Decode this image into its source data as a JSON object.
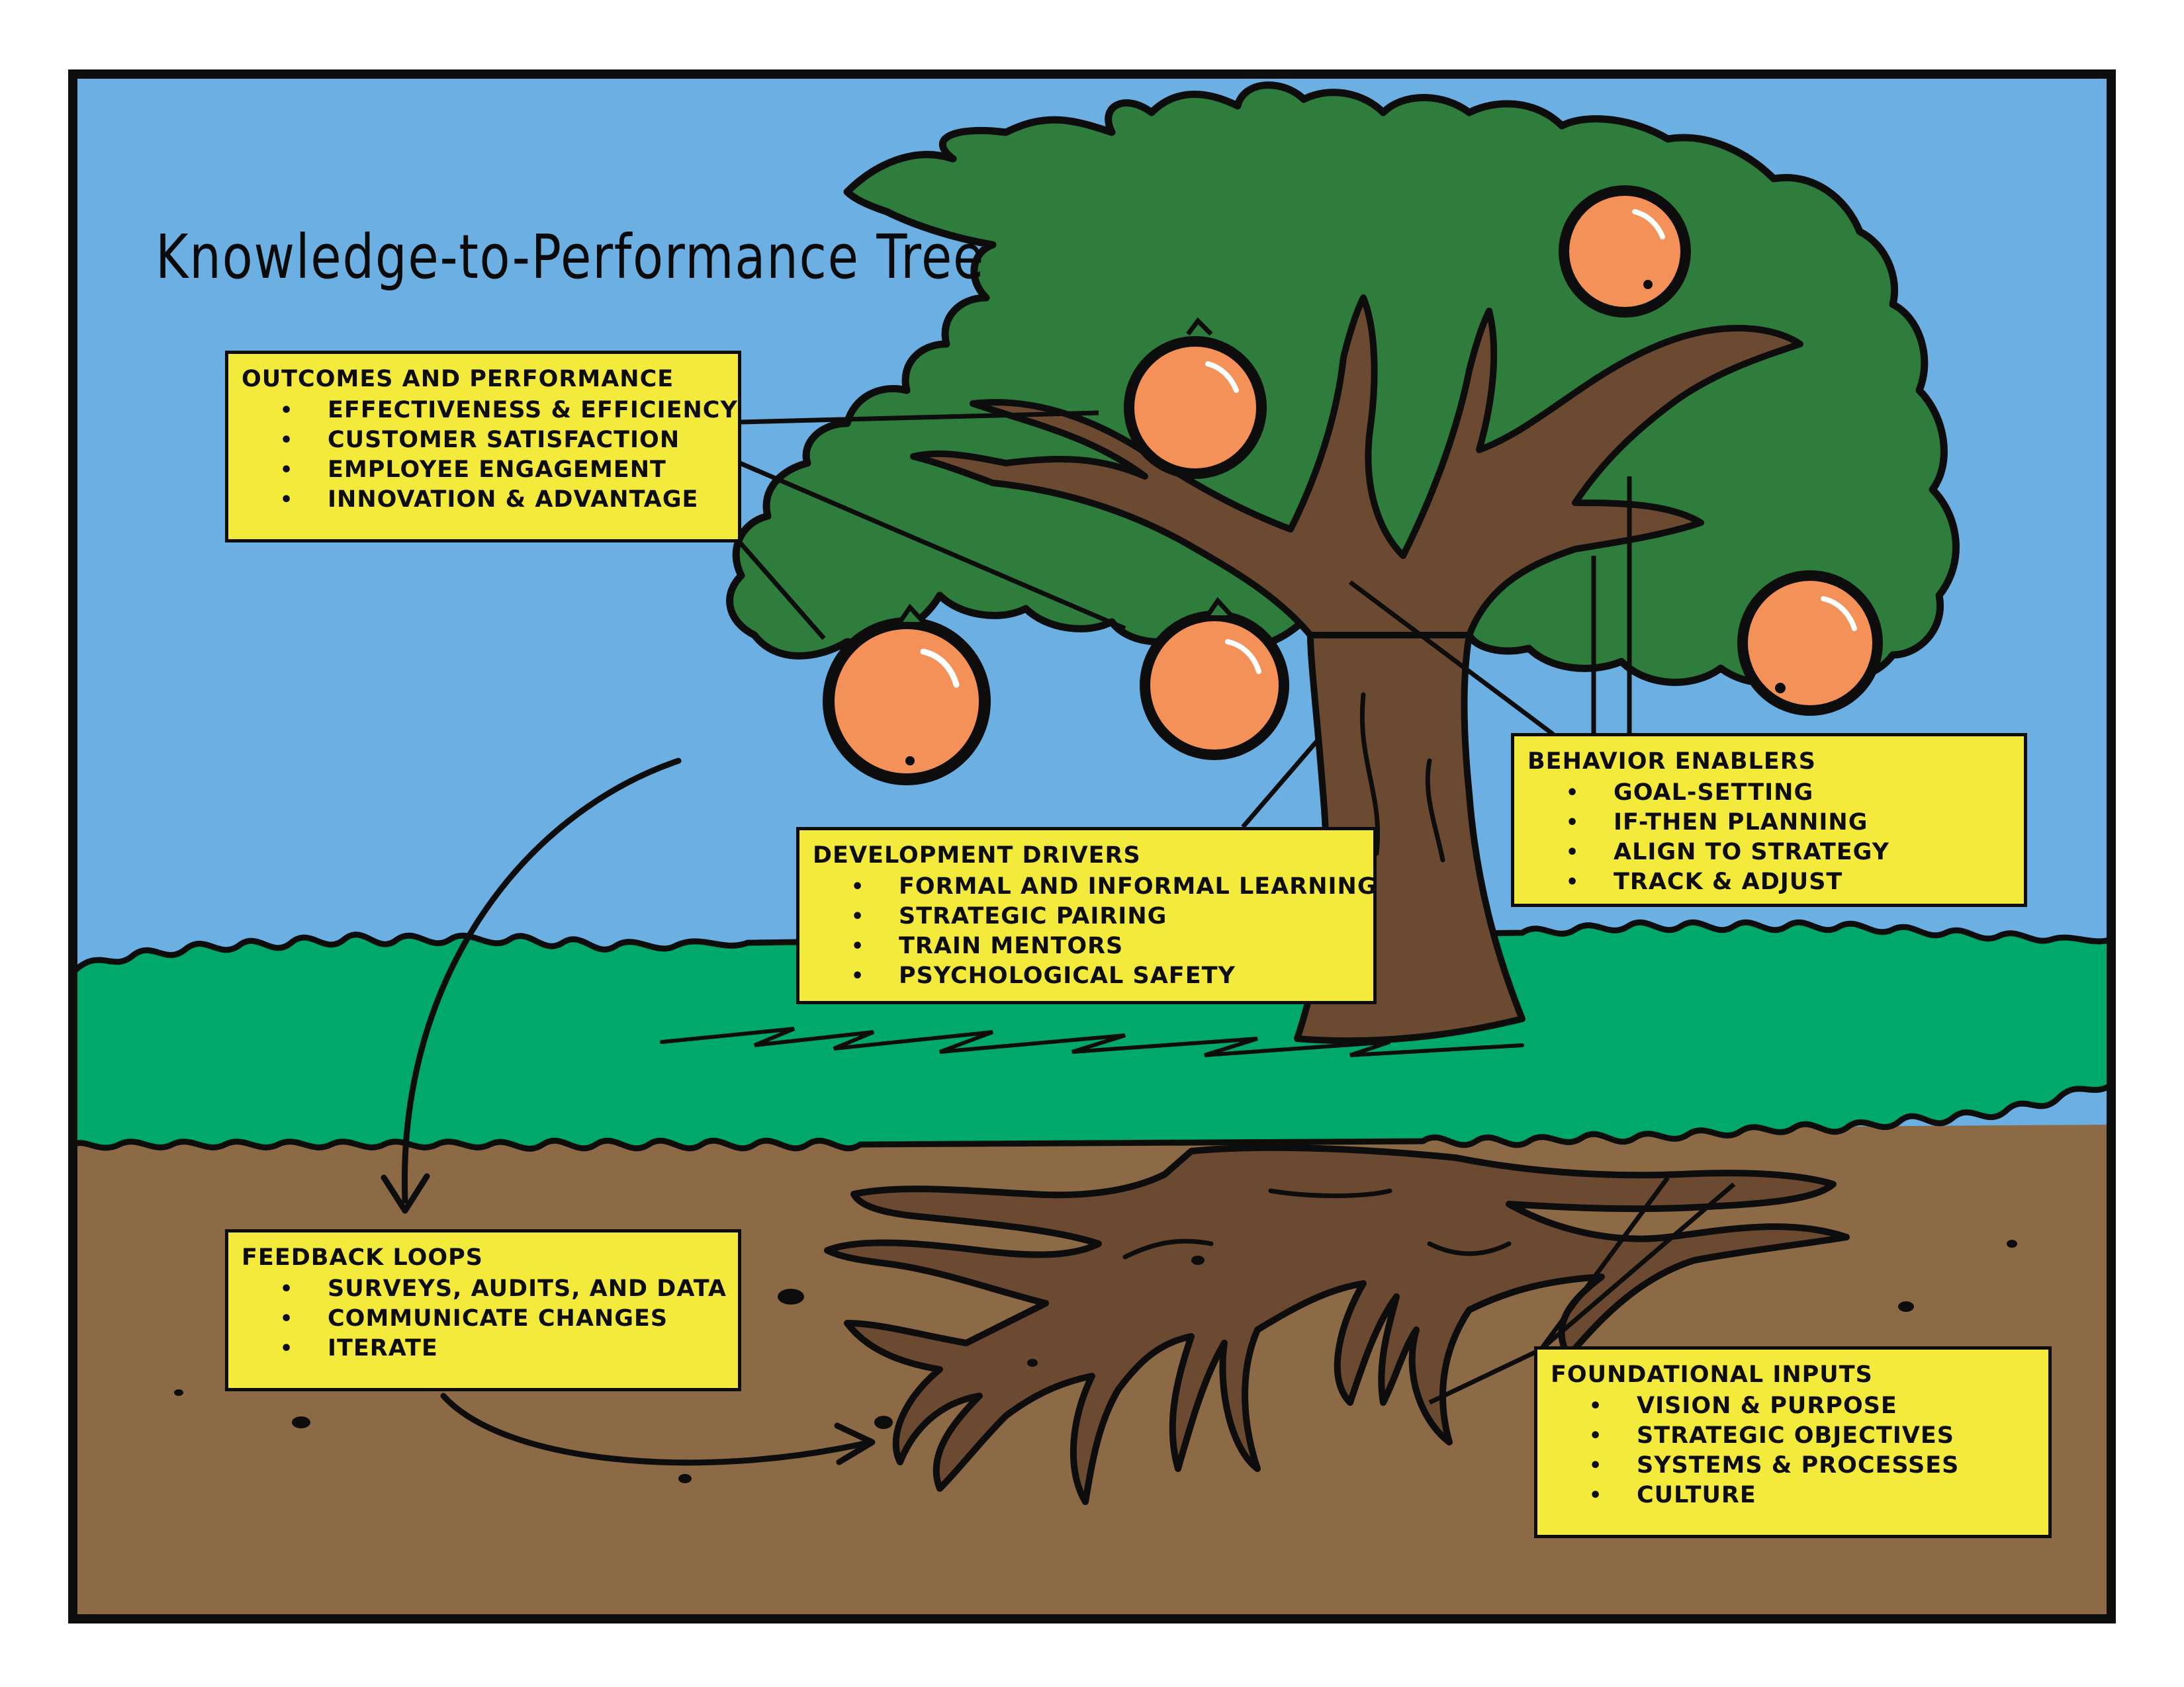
{
  "title": "Knowledge-to-Performance Tree",
  "colors": {
    "sky": "#6cb0e3",
    "grass": "#00a86b",
    "soil": "#8b6a45",
    "canopy": "#2e7d3c",
    "trunk": "#6b4a31",
    "fruit": "#f39158",
    "label_fill": "#f4ea3c",
    "outline": "#0d0d0d"
  },
  "boxes": {
    "outcomes": {
      "title": "Outcomes and Performance",
      "items": [
        "Effectiveness & Efficiency",
        "Customer Satisfaction",
        "Employee Engagement",
        "Innovation & Advantage"
      ]
    },
    "behavior": {
      "title": "Behavior Enablers",
      "items": [
        "Goal-Setting",
        "If-Then Planning",
        "Align to Strategy",
        "Track & Adjust"
      ]
    },
    "development": {
      "title": "Development Drivers",
      "items": [
        "Formal and Informal Learning",
        "Strategic Pairing",
        "Train Mentors",
        "Psychological Safety"
      ]
    },
    "feedback": {
      "title": "Feedback Loops",
      "items": [
        "Surveys, Audits, and Data",
        "Communicate Changes",
        "Iterate"
      ]
    },
    "foundational": {
      "title": "Foundational Inputs",
      "items": [
        "Vision & Purpose",
        "Strategic Objectives",
        "Systems & Processes",
        "Culture"
      ]
    }
  },
  "bullet": "•"
}
